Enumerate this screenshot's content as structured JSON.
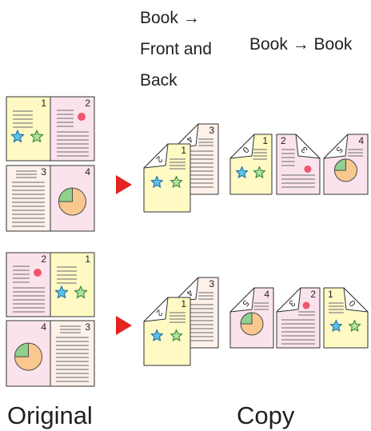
{
  "labels": {
    "front_and_back": {
      "line_1": "Book →",
      "line_2": "Front and",
      "line_3": "Back"
    },
    "book_to_book": "Book → Book",
    "original": "Original",
    "copy": "Copy"
  },
  "originals": {
    "set_1": {
      "spread_1": {
        "left": "1",
        "right": "2"
      },
      "spread_2": {
        "left": "3",
        "right": "4"
      }
    },
    "set_2": {
      "spread_1": {
        "left": "2",
        "right": "1"
      },
      "spread_2": {
        "left": "4",
        "right": "3"
      }
    }
  },
  "copies": {
    "set_1": {
      "front_and_back": [
        {
          "front": "3",
          "back": "4"
        },
        {
          "front": "1",
          "back": "2"
        }
      ],
      "book_to_book": [
        {
          "front": "1",
          "back": "0"
        },
        {
          "front": "2",
          "back": "3"
        },
        {
          "front": "4",
          "back": "5"
        }
      ]
    },
    "set_2": {
      "front_and_back": [
        {
          "front": "3",
          "back": "4"
        },
        {
          "front": "1",
          "back": "2"
        }
      ],
      "book_to_book": [
        {
          "front": "4",
          "back": "5"
        },
        {
          "front": "2",
          "back": "3"
        },
        {
          "front": "1",
          "back": "0"
        }
      ]
    }
  },
  "icons": {
    "arrow": "arrow-right-icon",
    "star": "star-icon",
    "dot": "red-dot-icon",
    "pie": "pie-chart-icon"
  },
  "colors": {
    "page_yellow": "#fff9c4",
    "page_pink": "#fbe3ed",
    "page_cream": "#fdf1ea",
    "flap": "#ffffff",
    "star_blue": "#5cc3ec",
    "star_blue_edge": "#2a78a8",
    "star_green": "#b4e0a4",
    "star_green_edge": "#3f8f3c",
    "red_dot": "#f0566c",
    "pie_orange": "#f8c88e",
    "pie_green": "#8fd08e",
    "arrow_red": "#e52421"
  }
}
